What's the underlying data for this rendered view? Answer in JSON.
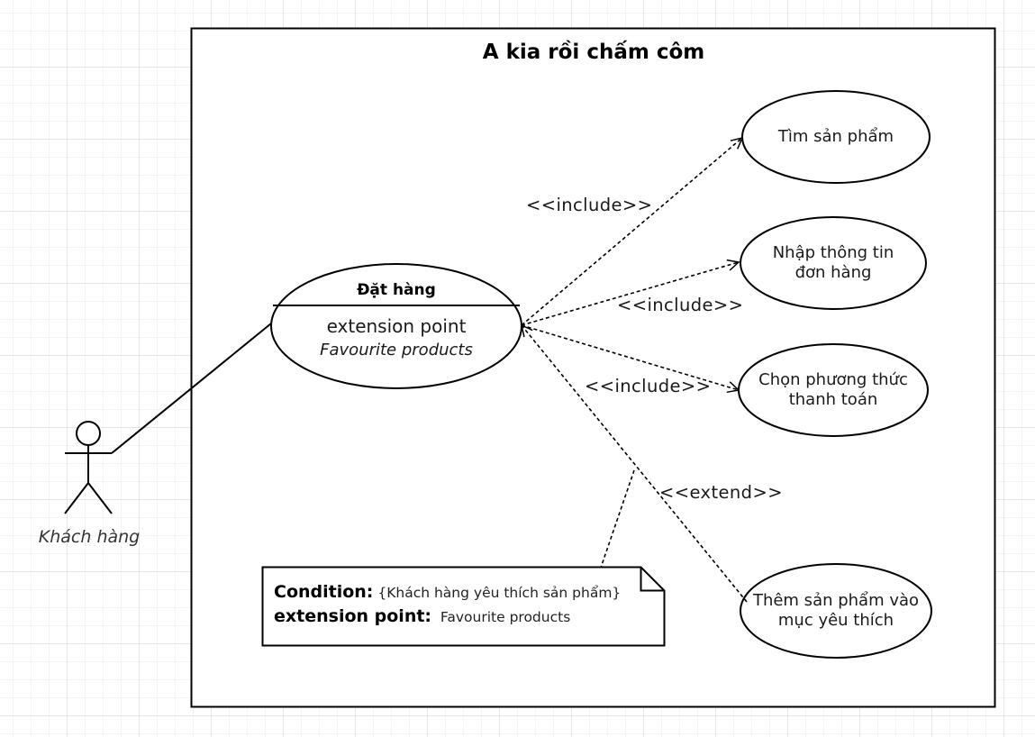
{
  "diagram": {
    "title": "A kia rồi chấm côm",
    "actor": {
      "name": "Khách hàng"
    },
    "main_use_case": {
      "title": "Đặt hàng",
      "extension_label": "extension point",
      "extension_point": "Favourite products"
    },
    "use_cases": {
      "search_products": "Tìm sản phẩm",
      "enter_order_info_line1": "Nhập thông tin",
      "enter_order_info_line2": "đơn hàng",
      "choose_payment_line1": "Chọn phương thức",
      "choose_payment_line2": "thanh toán",
      "add_favourite_line1": "Thêm sản phẩm vào",
      "add_favourite_line2": "mục yêu thích"
    },
    "relations": {
      "include_1": "<<include>>",
      "include_2": "<<include>>",
      "include_3": "<<include>>",
      "extend": "<<extend>>"
    },
    "note": {
      "condition_key": "Condition:",
      "condition_value": "{Khách hàng yêu thích sản phẩm}",
      "extension_point_key": "extension point:",
      "extension_point_value": "Favourite products"
    }
  }
}
